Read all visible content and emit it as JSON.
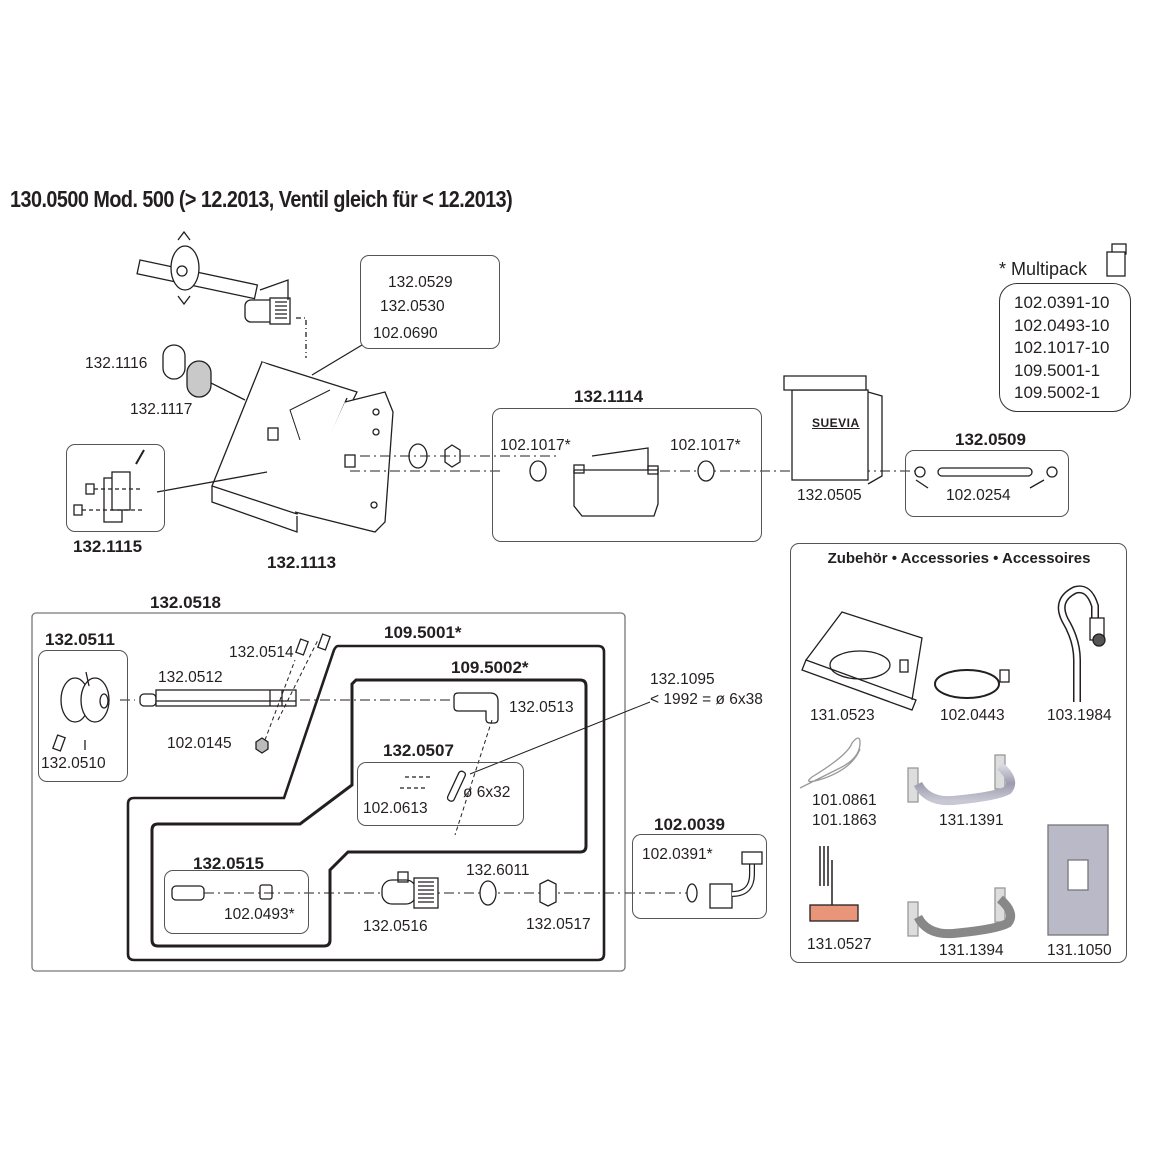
{
  "title": "130.0500 Mod. 500 (> 12.2013, Ventil gleich für < 12.2013)",
  "multipack": {
    "heading": "* Multipack",
    "icon": "multipack-box-icon",
    "items": [
      "102.0391-10",
      "102.0493-10",
      "102.1017-10",
      "109.5001-1",
      "109.5002-1"
    ]
  },
  "upper_assembly": {
    "bolt_group": {
      "bolt": "132.0529",
      "washer": "132.0530",
      "plate": "102.0690"
    },
    "cover_plain": "132.1116",
    "cover_grey": "132.1117",
    "bracket_kit": "132.1115",
    "housing": "132.1113",
    "valve_box": {
      "title": "132.1114",
      "bushing_left": "102.1017*",
      "bushing_right": "102.1017*"
    },
    "control_box": {
      "label": "132.0505",
      "brand": "SUEVIA"
    },
    "rod_kit": {
      "title": "132.0509",
      "nut": "102.0254"
    }
  },
  "lower_assembly": {
    "title": "132.0518",
    "lever_group": {
      "title": "132.0511",
      "screw": "132.0510"
    },
    "shaft": "132.0512",
    "bolt": "132.0514",
    "nut": "102.0145",
    "kit_outer": "109.5001*",
    "kit_inner": "109.5002*",
    "lever_plate": "132.0513",
    "pin_kit": {
      "title": "132.0507",
      "cotter": "102.0613",
      "pin_size": "ø 6x32"
    },
    "pin_note_line1": "132.1095",
    "pin_note_line2": "< 1992 = ø 6x38",
    "filter_kit": {
      "title": "132.0515",
      "insert": "102.0493*"
    },
    "valve_body": "132.0516",
    "gasket": "132.6011",
    "lock_nut": "132.0517",
    "elbow_kit": {
      "title": "102.0039",
      "seal": "102.0391*"
    }
  },
  "accessories": {
    "title": "Zubehör • Accessories • Accessoires",
    "items": [
      {
        "code": "131.0523"
      },
      {
        "code": "102.0443"
      },
      {
        "code": "103.1984"
      },
      {
        "code": "101.0861",
        "code2": "101.1863"
      },
      {
        "code": "131.1391"
      },
      {
        "code": "131.0527"
      },
      {
        "code": "131.1394"
      },
      {
        "code": "131.1050"
      }
    ]
  },
  "colors": {
    "ink": "#231f20",
    "grey_part": "#c9c9c9",
    "copper": "#e8957a",
    "metal": "#a9a9b8"
  }
}
